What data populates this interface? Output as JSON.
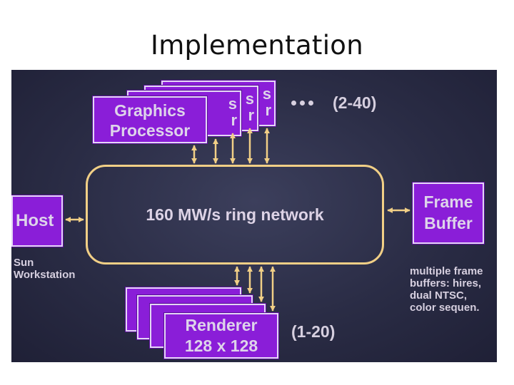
{
  "slide": {
    "title": "Implementation"
  },
  "diagram": {
    "graphics_processor": {
      "label_line1": "Graphics",
      "label_line2": "Processor",
      "stack_fragment_line1": "s",
      "stack_fragment_line2": "r",
      "count": "(2-40)"
    },
    "host": {
      "label": "Host",
      "caption_line1": "Sun",
      "caption_line2": "Workstation"
    },
    "ring": {
      "label": "160 MW/s ring network"
    },
    "frame_buffer": {
      "label_line1": "Frame",
      "label_line2": "Buffer",
      "note_line1": "multiple frame",
      "note_line2": "buffers: hires,",
      "note_line3": "dual NTSC,",
      "note_line4": "color sequen."
    },
    "renderer": {
      "label_line1": "Renderer",
      "label_line2": "128 x 128",
      "count": "(1-20)"
    }
  },
  "colors": {
    "panel_background": "#2a2c45",
    "box_fill": "#8a1ed8",
    "box_border": "#e4d6f6",
    "ring_and_arrows": "#f1cf86",
    "label_text": "#ded4ea"
  }
}
